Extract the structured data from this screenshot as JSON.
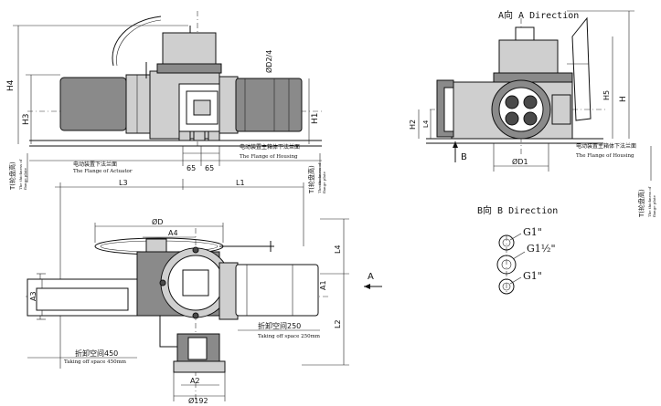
{
  "views": {
    "a_title": "A向 A Direction",
    "b_title": "B向 B Direction"
  },
  "labels": {
    "h4": "H4",
    "h3": "H3",
    "h1": "H1",
    "h5": "H5",
    "h": "H",
    "h2": "H2",
    "l4_dim": "L4",
    "l2_dim": "L2",
    "l1_top": "L1",
    "l3": "L3",
    "d": "ØD",
    "a4": "A4",
    "a3": "A3",
    "a1": "A1",
    "a2": "A2",
    "d192": "Ø192",
    "d1": "ØD1",
    "d2d4": "ØD2/4",
    "l4_left": "L4",
    "t": "T",
    "dim65a": "65",
    "dim65b": "65",
    "a_arrow": "A",
    "b_arrow": "B",
    "g1_top": "G1\"",
    "g1half": "G1½\"",
    "g1_bot": "G1\"",
    "flange_lower_cn": "电动装置主箱体下法兰面",
    "flange_housing_en": "The Flange of Housing",
    "flange_actuator_cn": "电动装置下法兰面",
    "flange_actuator_en": "The Flange of Actuator",
    "flange_lower_cn_a": "电动装置主箱体下法兰面",
    "flange_housing_en_a": "The Flange of Housing",
    "t_left_cn": "T(轮盘高)",
    "t_left_en1": "The thickness of",
    "t_left_en2": "flange plate",
    "t_mid_cn": "T(轮盘高)",
    "t_mid_en1": "The thickness of",
    "t_mid_en2": "flange plate",
    "t_right_cn": "T(轮盘高)",
    "t_right_en1": "The thickness of",
    "t_right_en2": "flange plate",
    "space250_cn": "折卸空间250",
    "space250_en": "Taking off space 250mm",
    "space450_cn": "折卸空间450",
    "space450_en": "Taking off space 450mm"
  }
}
